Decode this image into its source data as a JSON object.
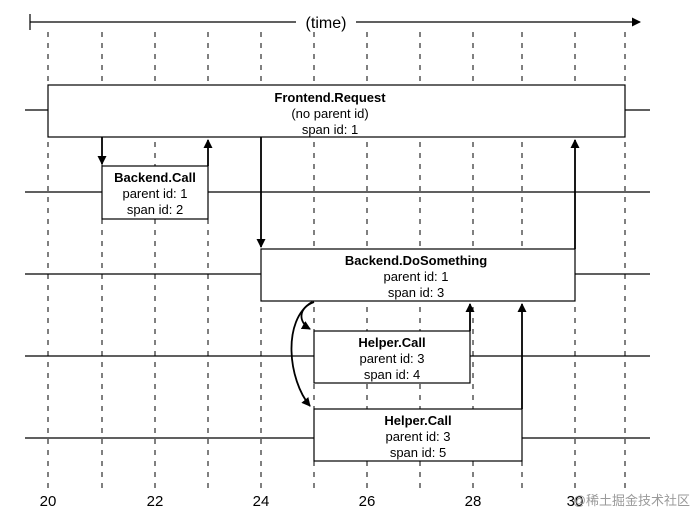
{
  "axis": {
    "label": "(time)",
    "ticks": [
      20,
      22,
      24,
      26,
      28,
      30
    ]
  },
  "spans": [
    {
      "name": "Frontend.Request",
      "lines": [
        "(no parent id)",
        "span id: 1"
      ]
    },
    {
      "name": "Backend.Call",
      "lines": [
        "parent id: 1",
        "span id: 2"
      ]
    },
    {
      "name": "Backend.DoSomething",
      "lines": [
        "parent id: 1",
        "span id: 3"
      ]
    },
    {
      "name": "Helper.Call",
      "lines": [
        "parent id: 3",
        "span id: 4"
      ]
    },
    {
      "name": "Helper.Call",
      "lines": [
        "parent id: 3",
        "span id: 5"
      ]
    }
  ],
  "watermark": "@稀土掘金技术社区",
  "colors": {
    "line": "#000000",
    "box_fill": "#ffffff",
    "watermark": "#9a9a9a"
  }
}
